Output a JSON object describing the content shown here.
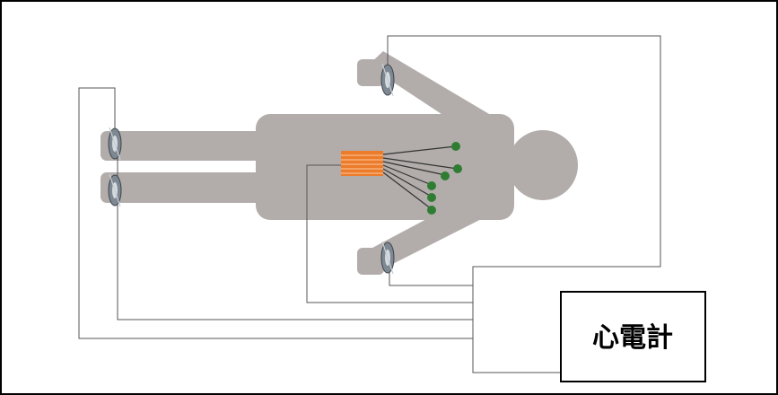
{
  "device": {
    "label": "心電計"
  },
  "colors": {
    "body": "#b2adab",
    "electrode": "#2f7d33",
    "electrode_highlight": "#5fb562",
    "multi_electrode_pad": "#ec7b2a",
    "wire": "#555555",
    "frame": "#000000",
    "clip": "#7e8893"
  },
  "components": {
    "limb_clips": 4,
    "chest_electrodes": 6
  }
}
